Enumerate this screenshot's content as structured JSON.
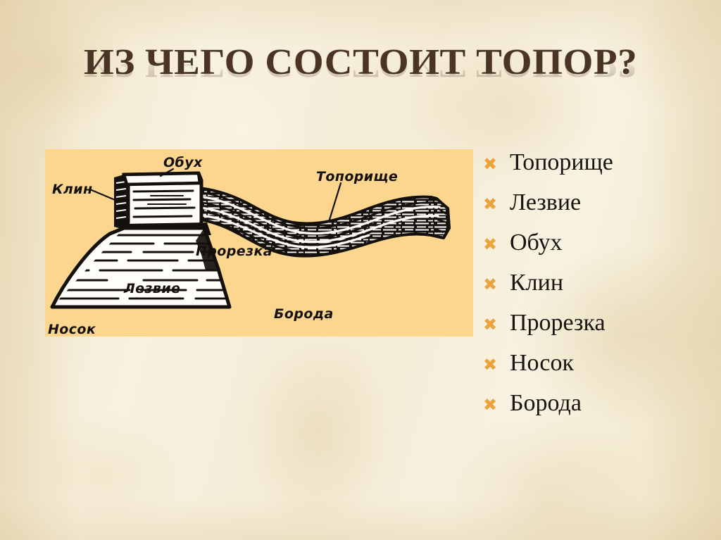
{
  "slide": {
    "title": "ИЗ ЧЕГО СОСТОИТ ТОПОР?",
    "background_color": "#f6eed9",
    "title_color": "#4a3425"
  },
  "diagram": {
    "panel_color": "#fcd68f",
    "alt": "Схема устройства топора",
    "labels": [
      {
        "id": "obuh",
        "text": "Обух"
      },
      {
        "id": "klin",
        "text": "Клин"
      },
      {
        "id": "toporishe",
        "text": "Топорище"
      },
      {
        "id": "prorezka",
        "text": "Прорезка"
      },
      {
        "id": "lezvie",
        "text": "Лезвие"
      },
      {
        "id": "boroda",
        "text": "Борода"
      },
      {
        "id": "nosok",
        "text": "Носок"
      }
    ]
  },
  "bullets": {
    "marker": "✖",
    "marker_color": "#eda33c",
    "items": [
      {
        "label": "Топорище"
      },
      {
        "label": "Лезвие"
      },
      {
        "label": "Обух"
      },
      {
        "label": "Клин"
      },
      {
        "label": "Прорезка"
      },
      {
        "label": "Носок"
      },
      {
        "label": "Борода"
      }
    ]
  }
}
